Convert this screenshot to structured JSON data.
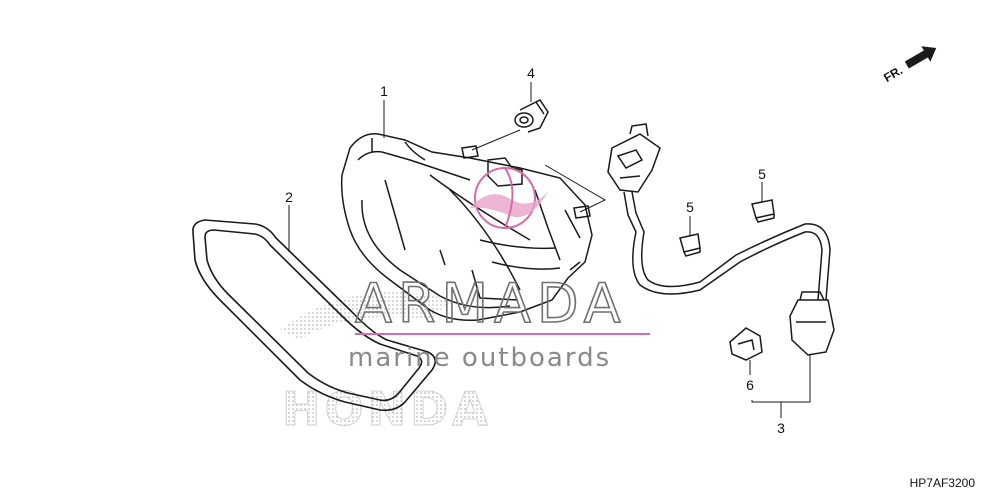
{
  "callouts": {
    "c1": "1",
    "c2": "2",
    "c3": "3",
    "c4": "4",
    "c5a": "5",
    "c5b": "5",
    "c6": "6"
  },
  "direction_label": "FR.",
  "diagram_code": "HP7AF3200",
  "watermark": {
    "title": "ARMADA",
    "subtitle": "marine outboards",
    "logo": "HONDA"
  },
  "colors": {
    "line": "#1a1a1a",
    "watermark_pink": "#d86aa8",
    "watermark_gray": "#7a7a7a",
    "honda_gray": "#cfcfcf"
  }
}
